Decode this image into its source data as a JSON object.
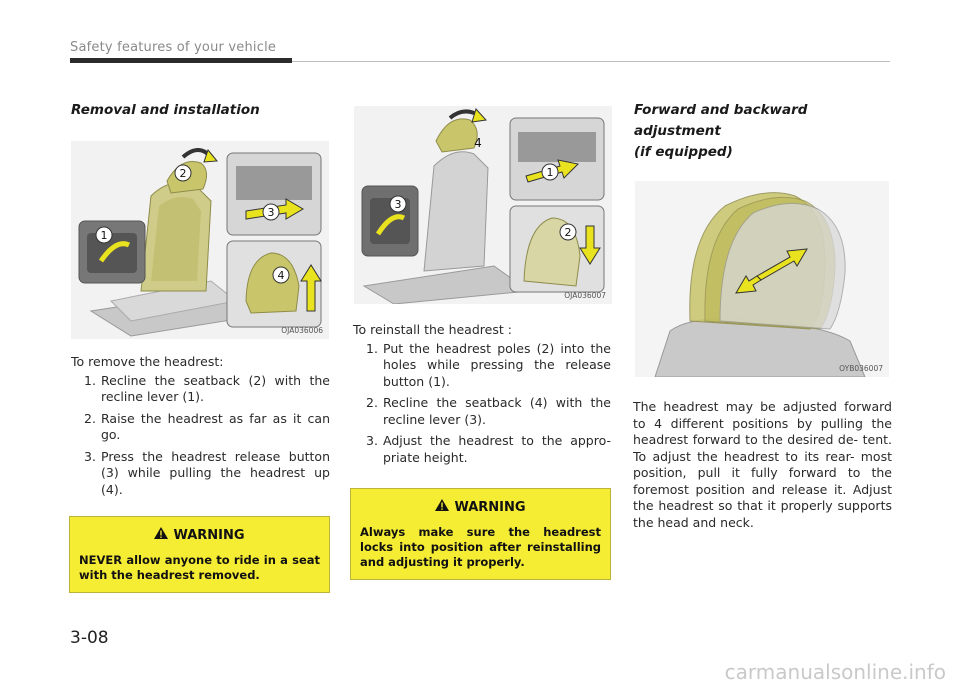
{
  "header": {
    "title": "Safety features of your vehicle"
  },
  "left": {
    "section_title": "Removal and installation",
    "figure_code": "OJA036006",
    "intro": "To remove the headrest:",
    "steps": [
      {
        "num": "1.",
        "text": "Recline the seatback (2) with the recline lever (1)."
      },
      {
        "num": "2.",
        "text": "Raise the headrest as far as it can go."
      },
      {
        "num": "3.",
        "text": "Press the headrest release button (3) while pulling the headrest up (4)."
      }
    ],
    "warning": {
      "heading": "WARNING",
      "text": "NEVER allow anyone to ride in a seat with the headrest removed."
    },
    "callouts": [
      "1",
      "2",
      "3",
      "4"
    ]
  },
  "middle": {
    "figure_code": "OJA036007",
    "intro": "To reinstall the headrest :",
    "steps": [
      {
        "num": "1.",
        "text": "Put the headrest poles (2) into the holes while pressing the release button (1)."
      },
      {
        "num": "2.",
        "text": "Recline the seatback (4) with the recline lever (3)."
      },
      {
        "num": "3.",
        "text": "Adjust the headrest to the appro- priate height."
      }
    ],
    "warning": {
      "heading": "WARNING",
      "text": "Always make sure the headrest locks into position after reinstalling and adjusting it properly."
    },
    "callouts": [
      "4",
      "1",
      "3",
      "2"
    ]
  },
  "right": {
    "section_title_line1": "Forward and backward adjustment",
    "section_title_line2": "(if equipped)",
    "figure_code": "OYB036007",
    "body": "The headrest may be adjusted forward to 4 different positions by pulling the headrest forward to the desired de- tent. To adjust the headrest to its rear- most position, pull it fully forward to the foremost position and release it. Adjust the headrest so that it properly supports the head and neck."
  },
  "footer": {
    "page_number": "3-08",
    "watermark": "carmanualsonline.info"
  },
  "colors": {
    "warning_bg": "#f5ec34",
    "header_bar": "#2b2b2b",
    "arrow_yellow": "#e9e21f",
    "headrest_highlight": "#c9c56a"
  }
}
